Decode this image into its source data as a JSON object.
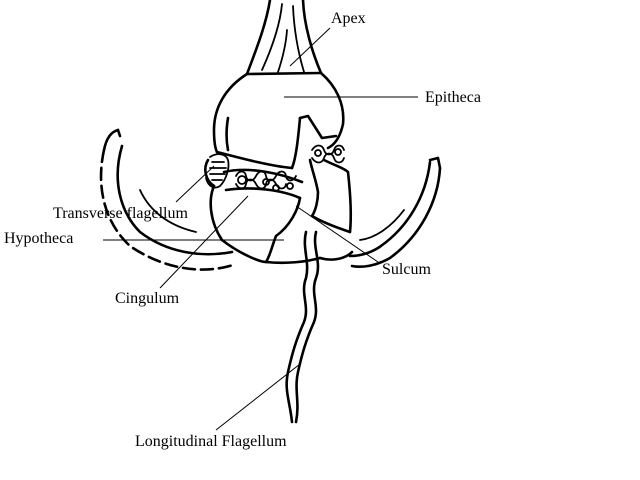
{
  "labels": {
    "apex": "Apex",
    "epitheca": "Epitheca",
    "transverse_flagellum": "Transverse flagellum",
    "hypotheca": "Hypotheca",
    "sulcum": "Sulcum",
    "cingulum": "Cingulum",
    "longitudinal_flagellum": "Longitudinal Flagellum"
  },
  "colors": {
    "ink": "#000000",
    "background": "#ffffff"
  }
}
